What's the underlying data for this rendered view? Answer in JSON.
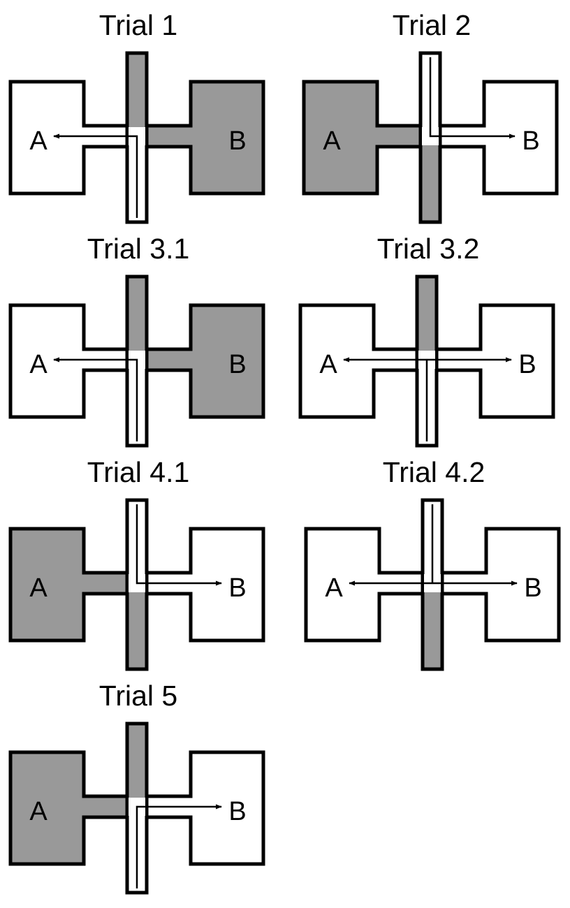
{
  "colors": {
    "filled": "#999999",
    "empty": "#ffffff",
    "stroke": "#000000"
  },
  "room_labels": {
    "left": "A",
    "right": "B"
  },
  "trials": [
    {
      "title": "Trial 1",
      "shaded": [
        "top",
        "right"
      ],
      "arrows": [
        "left"
      ]
    },
    {
      "title": "Trial 2",
      "shaded": [
        "left",
        "bottom"
      ],
      "arrows": [
        "right"
      ]
    },
    {
      "title": "Trial 3.1",
      "shaded": [
        "top",
        "right"
      ],
      "arrows": [
        "left"
      ]
    },
    {
      "title": "Trial 3.2",
      "shaded": [
        "top"
      ],
      "arrows": [
        "left",
        "right"
      ]
    },
    {
      "title": "Trial 4.1",
      "shaded": [
        "left",
        "bottom"
      ],
      "arrows": [
        "right"
      ]
    },
    {
      "title": "Trial 4.2",
      "shaded": [
        "bottom"
      ],
      "arrows": [
        "left",
        "right"
      ]
    },
    {
      "title": "Trial 5",
      "shaded": [
        "left",
        "top"
      ],
      "arrows": [
        "right"
      ]
    }
  ]
}
